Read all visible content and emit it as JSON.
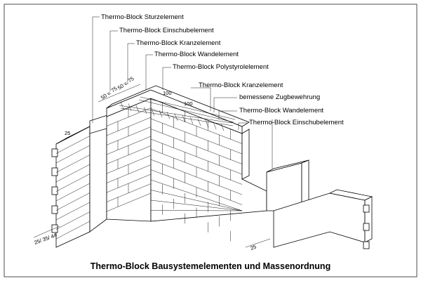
{
  "caption": "Thermo-Block Bausystemelementen und Massenordnung",
  "labels": [
    "Thermo-Block Sturzelement",
    "Thermo-Block Einschubelement",
    "Thermo-Block Kranzelement",
    "Thermo-Block Wandelement",
    "Thermo-Block Polystyrolelement",
    "Thermo-Block Kranzelement",
    "bemessene Zugbewehrung",
    "Thermo-Block Wandelement",
    "Thermo-Block Einschubelement"
  ],
  "dimensions": {
    "dim_50_75_a": "50 v. 75",
    "dim_50_75_b": "50 v. 75",
    "dim_100_a": "100",
    "dim_100_b": "100",
    "dim_25_left": "25",
    "dim_25_bottom": "25",
    "dim_thickness": "25/ 35/ 44"
  }
}
